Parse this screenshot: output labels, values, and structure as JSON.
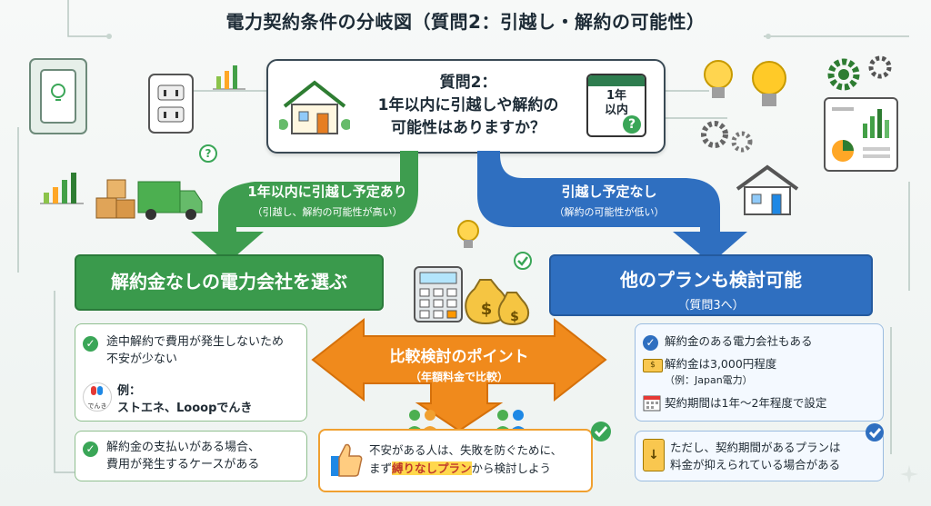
{
  "title": "電力契約条件の分岐図（質問2：引越し・解約の可能性）",
  "question": {
    "line1": "質問2：",
    "line2": "1年以内に引越しや解約の",
    "line3": "可能性はありますか？",
    "calendar_text": "1年\n以内",
    "calendar_q": "?"
  },
  "branches": {
    "left": {
      "label": "1年以内に引越し予定あり",
      "sub": "（引越し、解約の可能性が高い）"
    },
    "right": {
      "label": "引越し予定なし",
      "sub": "（解約の可能性が低い）"
    }
  },
  "left_result": {
    "title": "解約金なしの電力会社を選ぶ",
    "card1_line1": "途中解約で費用が発生しないため",
    "card1_line2": "不安が少ない",
    "example_label": "例：",
    "example_text": "ストエネ、Looopでんき",
    "logo_text": "でんき",
    "card2_line1": "解約金の支払いがある場合、",
    "card2_line2": "費用が発生するケースがある"
  },
  "right_result": {
    "title": "他のプランも検討可能",
    "subtitle": "（質問3へ）",
    "item1": "解約金のある電力会社もある",
    "item2_line1": "解約金は3,000円程度",
    "item2_line2": "（例：Japan電力）",
    "item3": "契約期間は1年〜2年程度で設定",
    "card2_line1": "ただし、契約期間があるプランは",
    "card2_line2": "料金が抑えられている場合がある"
  },
  "center": {
    "label": "比較検討のポイント",
    "sub": "（年額料金で比較）",
    "tip_line1": "不安がある人は、失敗を防ぐために、",
    "tip_pre": "まず",
    "tip_highlight": "縛りなしプラン",
    "tip_post": "から検討しよう",
    "money_symbol": "$"
  },
  "colors": {
    "green": "#3a9a4c",
    "blue": "#2f6fc0",
    "orange": "#f08a1c",
    "highlight": "#ffd84d"
  }
}
